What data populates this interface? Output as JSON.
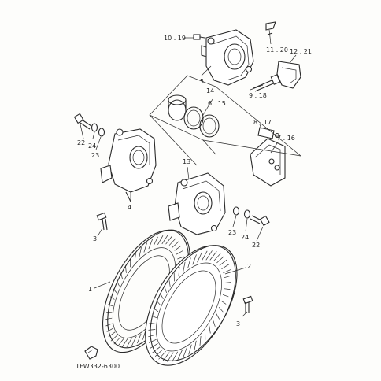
{
  "callouts": {
    "c_10_19": "10 . 19",
    "c_11_20": "11 . 20",
    "c_12_21": "12 . 21",
    "c_5": "5",
    "c_14": "14",
    "c_9_18": "9 . 18",
    "c_6_15": "6 . 15",
    "c_8_17": "8 . 17",
    "c_7_16": "7 . 16",
    "c_22_left": "22",
    "c_24_left": "24",
    "c_23_left": "23",
    "c_13": "13",
    "c_4": "4",
    "c_3_upper": "3",
    "c_23_right": "23",
    "c_24_right": "24",
    "c_22_right": "22",
    "c_2": "2",
    "c_1": "1",
    "c_3_lower": "3"
  },
  "diagram_code": "1FW332-6300"
}
